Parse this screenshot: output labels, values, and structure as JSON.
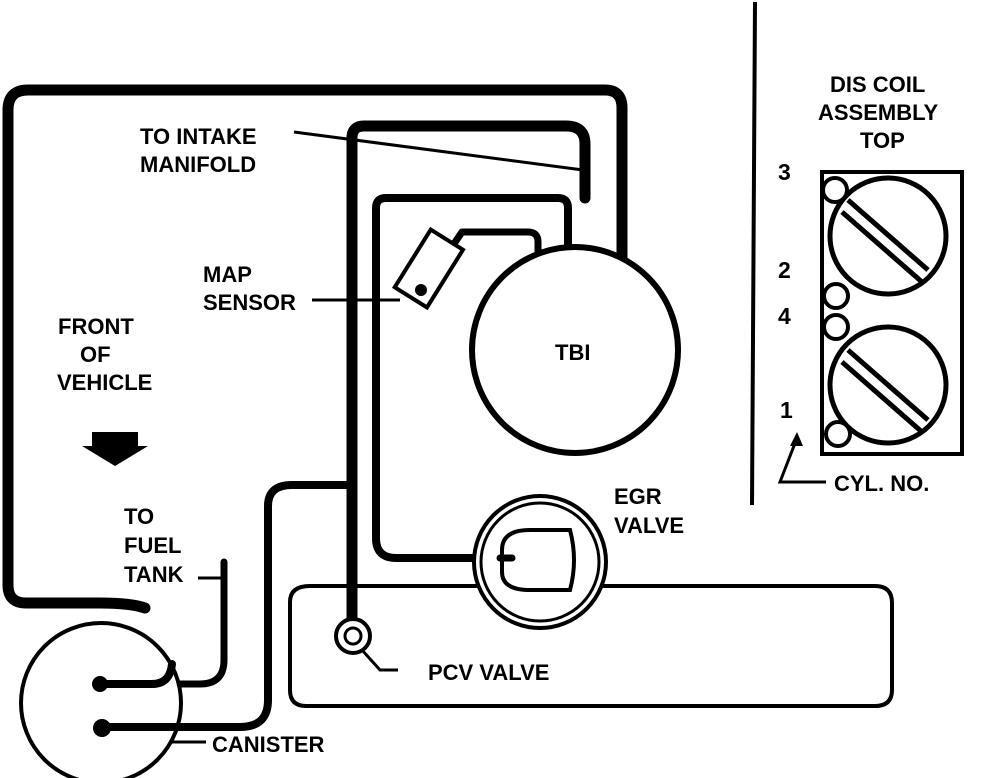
{
  "labels": {
    "to_intake_manifold": [
      "TO INTAKE",
      "MANIFOLD"
    ],
    "map_sensor": [
      "MAP",
      "SENSOR"
    ],
    "front_of_vehicle": [
      "FRONT",
      "OF",
      "VEHICLE"
    ],
    "tbi": "TBI",
    "egr_valve": [
      "EGR",
      "VALVE"
    ],
    "to_fuel_tank": [
      "TO",
      "FUEL",
      "TANK"
    ],
    "pcv_valve": "PCV VALVE",
    "canister": "CANISTER",
    "dis_coil_title": [
      "DIS COIL",
      "ASSEMBLY",
      "TOP"
    ],
    "cyl_no": "CYL. NO."
  },
  "cylinder_numbers": [
    "3",
    "2",
    "4",
    "1"
  ],
  "colors": {
    "line": "#000000",
    "background": "#ffffff"
  }
}
